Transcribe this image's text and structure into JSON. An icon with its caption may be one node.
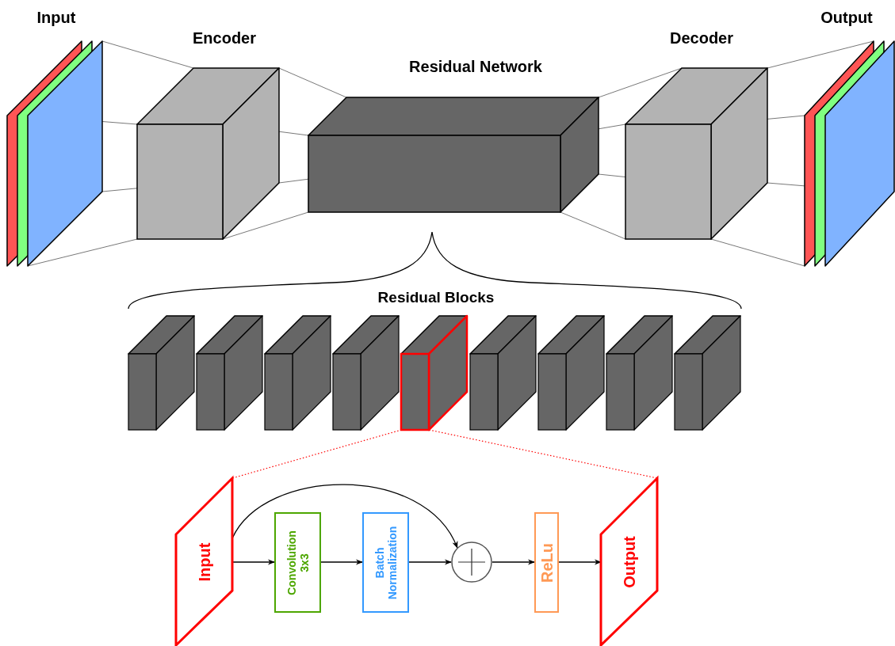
{
  "diagram": {
    "nodes": [
      {
        "text": [
          "Input"
        ]
      },
      {
        "text": [
          "Encoder"
        ]
      },
      {
        "text": [
          "Residual Network"
        ]
      },
      {
        "text": [
          "Decoder"
        ]
      },
      {
        "text": [
          "Output"
        ]
      },
      {
        "text": [],
        "shape": "box"
      },
      {
        "text": [],
        "shape": "box"
      },
      {
        "text": [],
        "shape": "box"
      },
      {
        "text": [],
        "shape": "box"
      },
      {
        "text": [],
        "shape": "box"
      },
      {
        "text": [],
        "shape": "box"
      },
      {
        "text": [],
        "shape": "box"
      },
      {
        "text": [],
        "shape": "box"
      },
      {
        "text": [],
        "shape": "box"
      },
      {
        "text": [
          "Input"
        ]
      },
      {
        "text": [
          "Convolution 3x3"
        ]
      },
      {
        "text": [
          "Batch Normalization"
        ]
      },
      {
        "text": [],
        "shape": "circle"
      },
      {
        "text": [
          "ReLu"
        ]
      },
      {
        "text": [
          "Output"
        ]
      }
    ],
    "edges": [
      {
        "from": 0,
        "to": 1,
        "arrow": "none"
      },
      {
        "from": 0,
        "to": 1,
        "arrow": "none"
      },
      {
        "from": 0,
        "to": 1,
        "arrow": "none"
      },
      {
        "from": 0,
        "to": 1,
        "arrow": "none"
      },
      {
        "from": 1,
        "to": 2,
        "arrow": "none"
      },
      {
        "from": 1,
        "to": 2,
        "arrow": "none"
      },
      {
        "from": 1,
        "to": 2,
        "arrow": "none"
      },
      {
        "from": 1,
        "to": 2,
        "arrow": "none"
      },
      {
        "from": 2,
        "to": 3,
        "arrow": "none"
      },
      {
        "from": 2,
        "to": 3,
        "arrow": "none"
      },
      {
        "from": 2,
        "to": 3,
        "arrow": "none"
      },
      {
        "from": 2,
        "to": 3,
        "arrow": "none"
      },
      {
        "from": 3,
        "to": 4,
        "arrow": "none"
      },
      {
        "from": 3,
        "to": 4,
        "arrow": "none"
      },
      {
        "from": 3,
        "to": 4,
        "arrow": "none"
      },
      {
        "from": 3,
        "to": 4,
        "arrow": "none"
      },
      {
        "from": 9,
        "to": 14,
        "arrow": "none",
        "style": "dashed",
        "color": "#ff0000"
      },
      {
        "from": 9,
        "to": 19,
        "arrow": "none",
        "style": "dashed",
        "color": "#ff0000"
      },
      {
        "from": 14,
        "to": 15,
        "arrow": "to"
      },
      {
        "from": 15,
        "to": 16,
        "arrow": "to"
      },
      {
        "from": 16,
        "to": 17,
        "arrow": "to"
      },
      {
        "from": 14,
        "to": 17,
        "arrow": "to"
      },
      {
        "from": 17,
        "to": 18,
        "arrow": "to"
      },
      {
        "from": 18,
        "to": 19,
        "arrow": "to"
      }
    ],
    "labels": [
      "Residual Blocks"
    ]
  }
}
